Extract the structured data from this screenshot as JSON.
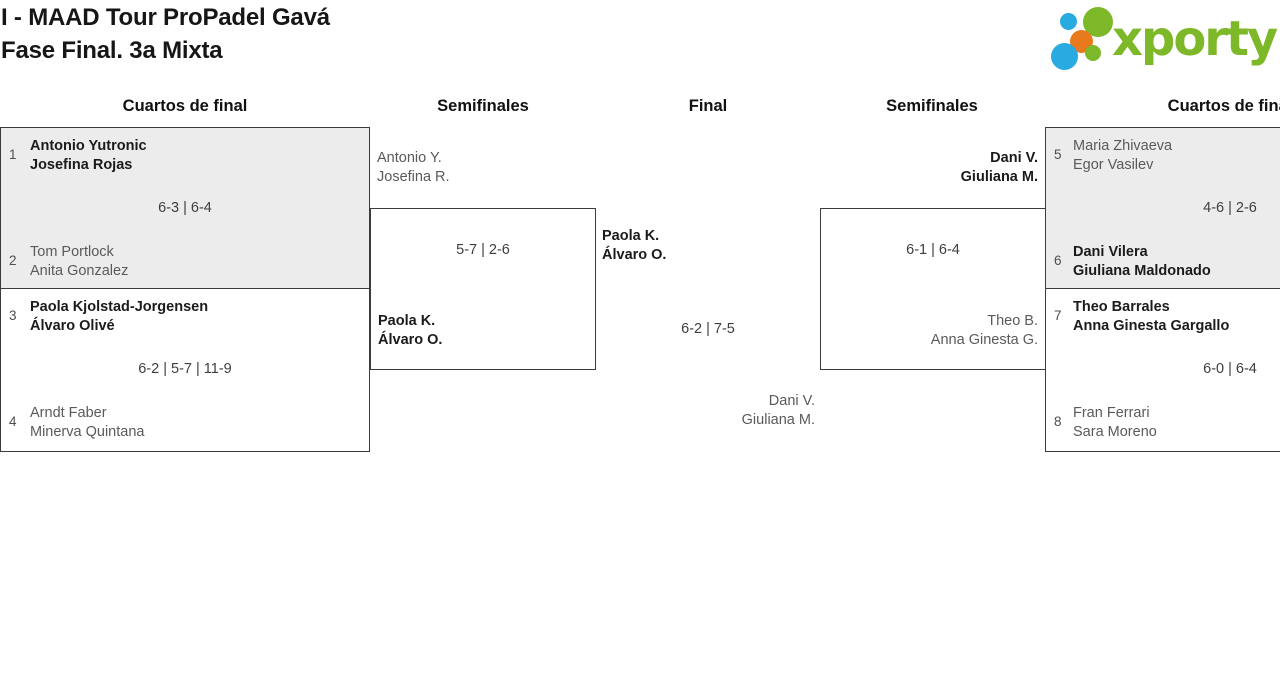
{
  "header": {
    "title_line1": "I - MAAD Tour ProPadel Gavá",
    "title_line2": "Fase Final. 3a Mixta",
    "logo_text": "xporty"
  },
  "colors": {
    "brand_green": "#7db829",
    "brand_blue": "#29abe2",
    "brand_orange": "#e8791d",
    "box_fill_shaded": "#ececec",
    "box_border": "#3b3b3b",
    "winner_text": "#1b1b1b",
    "loser_text": "#5a5a5a"
  },
  "round_headers": [
    "Cuartos de final",
    "Semifinales",
    "Final",
    "Semifinales",
    "Cuartos de final"
  ],
  "bracket": {
    "qf_left_top": {
      "seed_top": "1",
      "team_top_line1": "Antonio Yutronic",
      "team_top_line2": "Josefina Rojas",
      "score": "6-3 | 6-4",
      "seed_bottom": "2",
      "team_bottom_line1": "Tom Portlock",
      "team_bottom_line2": "Anita Gonzalez"
    },
    "qf_left_bottom": {
      "seed_top": "3",
      "team_top_line1": "Paola Kjolstad-Jorgensen",
      "team_top_line2": "Álvaro Olivé",
      "score": "6-2 | 5-7 | 11-9",
      "seed_bottom": "4",
      "team_bottom_line1": "Arndt Faber",
      "team_bottom_line2": "Minerva Quintana"
    },
    "sf_left": {
      "team_top_line1": "Antonio Y.",
      "team_top_line2": "Josefina R.",
      "score": "5-7 | 2-6",
      "team_bottom_line1": "Paola K.",
      "team_bottom_line2": "Álvaro O."
    },
    "final": {
      "team_left_line1": "Paola K.",
      "team_left_line2": "Álvaro O.",
      "score": "6-2 | 7-5",
      "team_right_line1": "Dani V.",
      "team_right_line2": "Giuliana M."
    },
    "sf_right": {
      "team_top_line1": "Dani V.",
      "team_top_line2": "Giuliana M.",
      "score": "6-1 | 6-4",
      "team_bottom_line1": "Theo B.",
      "team_bottom_line2": "Anna Ginesta G."
    },
    "qf_right_top": {
      "seed_top": "5",
      "team_top_line1": "Maria Zhivaeva",
      "team_top_line2": "Egor Vasilev",
      "score": "4-6 | 2-6",
      "seed_bottom": "6",
      "team_bottom_line1": "Dani Vilera",
      "team_bottom_line2": "Giuliana Maldonado"
    },
    "qf_right_bottom": {
      "seed_top": "7",
      "team_top_line1": "Theo Barrales",
      "team_top_line2": "Anna Ginesta Gargallo",
      "score": "6-0 | 6-4",
      "seed_bottom": "8",
      "team_bottom_line1": "Fran Ferrari",
      "team_bottom_line2": "Sara Moreno"
    }
  }
}
